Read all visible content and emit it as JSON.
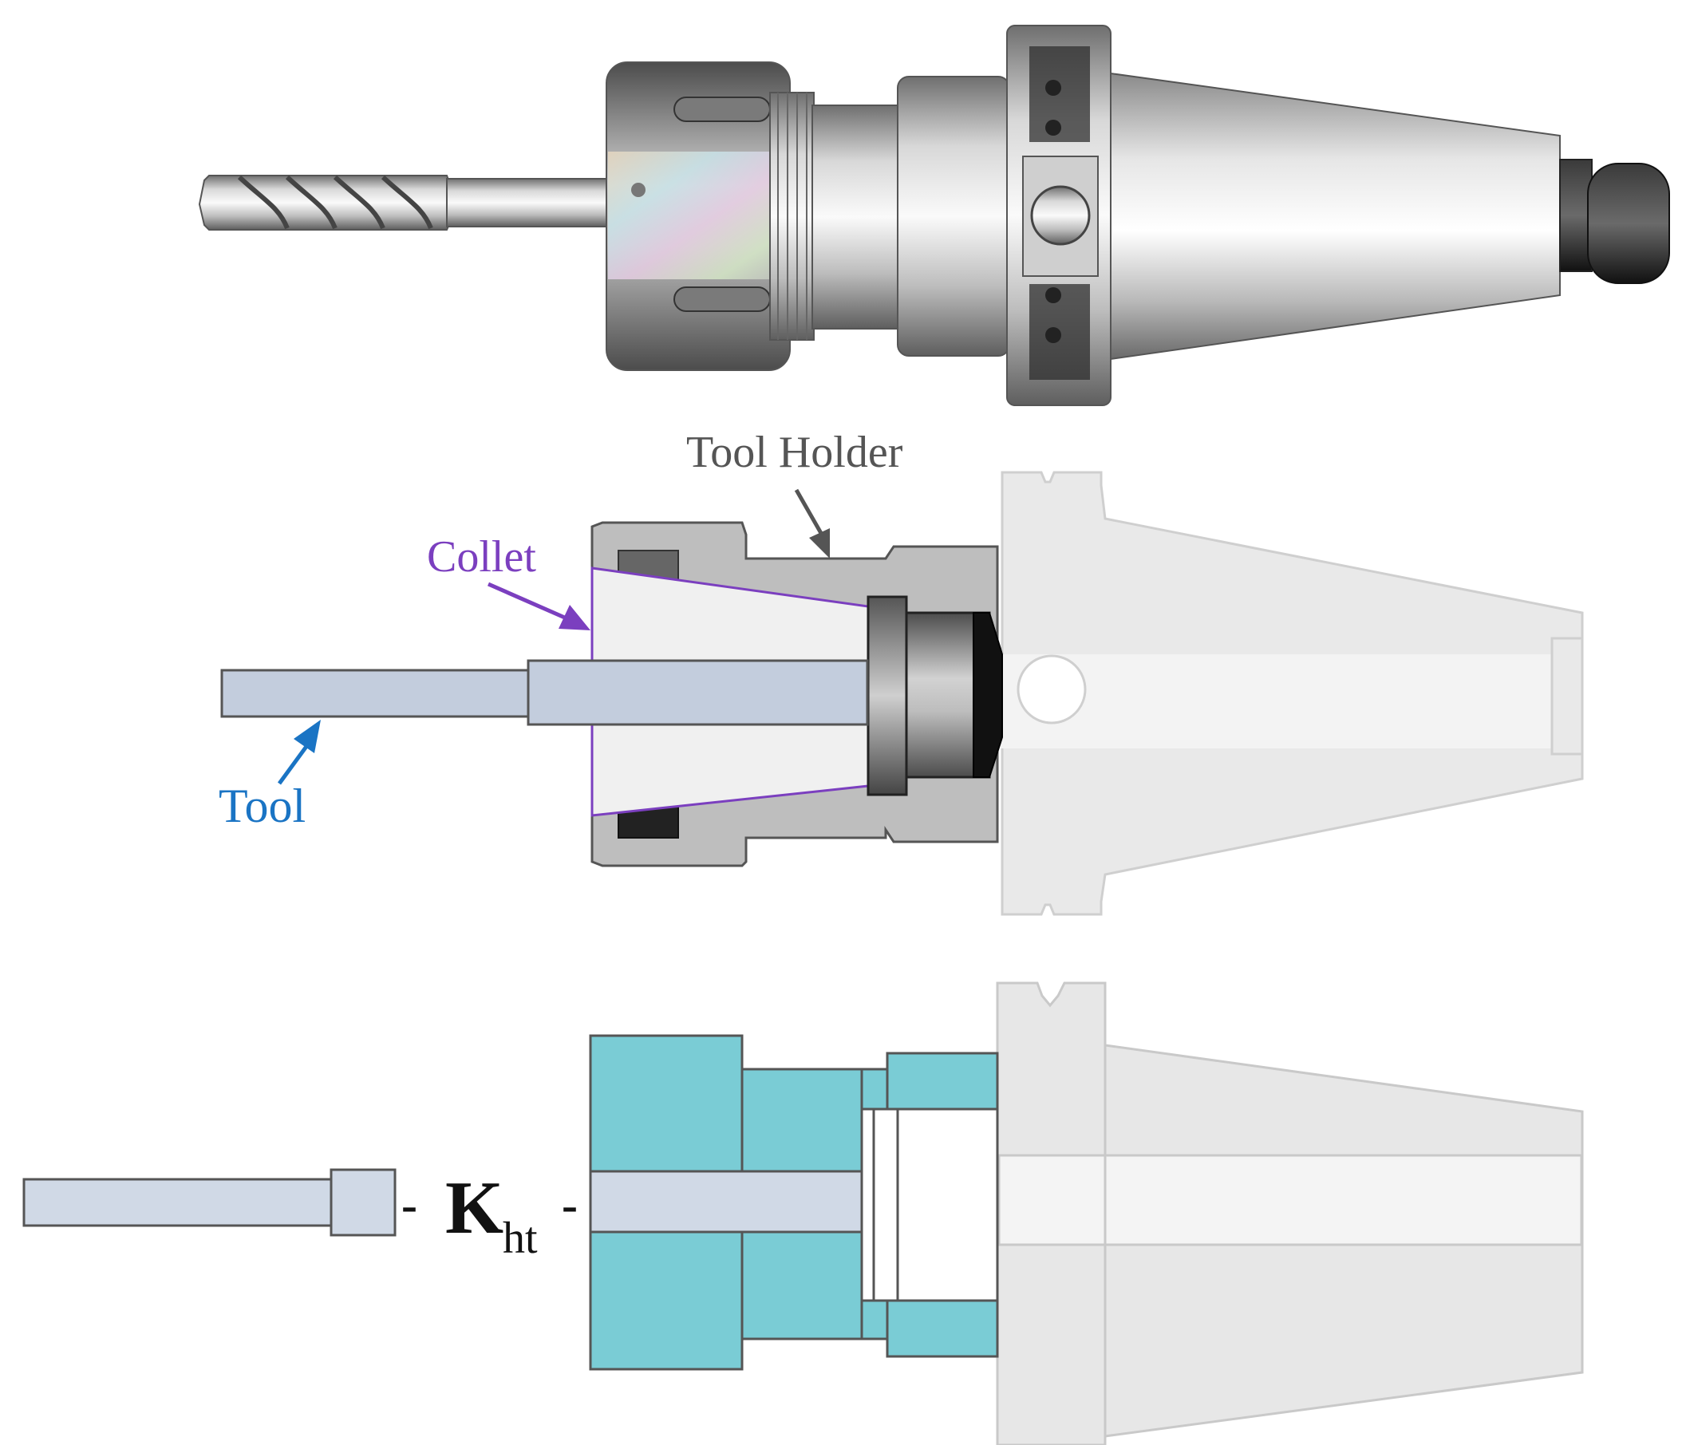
{
  "labels": {
    "tool_holder": "Tool Holder",
    "collet": "Collet",
    "tool": "Tool",
    "kht_main": "K",
    "kht_sub": "ht",
    "dash": "-"
  },
  "colors": {
    "tool_fill": "#c3cddd",
    "tool_light_fill": "#d0d9e6",
    "collet": "#7b3fbf",
    "tool_label": "#1a74c4",
    "holder_gray": "#b9b9b9",
    "holder_light": "#e9e9e9",
    "outline": "#555555",
    "teal": "#7accd5"
  },
  "icons": {
    "photo": "end-mill-in-bt-holder-photo",
    "arrow": "arrow-icon"
  }
}
